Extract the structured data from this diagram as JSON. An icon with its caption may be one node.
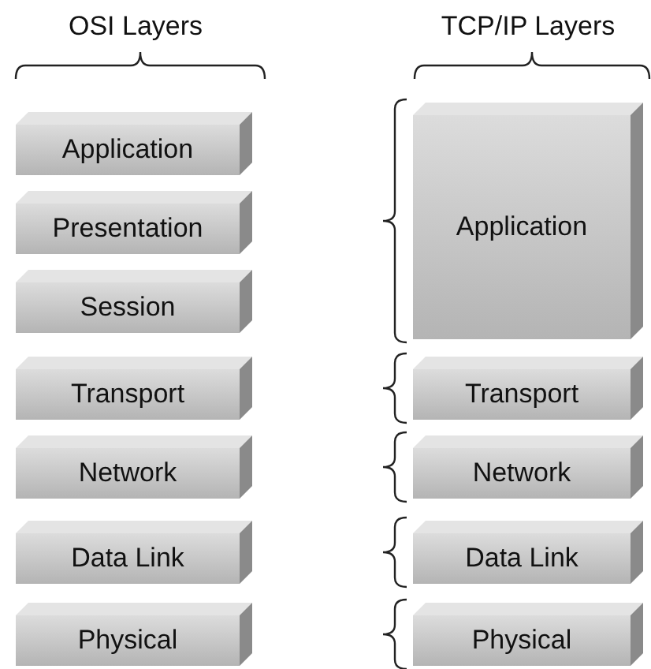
{
  "diagram": {
    "nodes": [
      {
        "text": [
          "Application"
        ]
      },
      {
        "text": [
          "Presentation"
        ]
      },
      {
        "text": [
          "Session"
        ]
      },
      {
        "text": [
          "Transport"
        ]
      },
      {
        "text": [
          "Network"
        ]
      },
      {
        "text": [
          "Data Link"
        ]
      },
      {
        "text": [
          "Physical"
        ]
      },
      {
        "text": [
          "Application"
        ]
      },
      {
        "text": [
          "Transport"
        ]
      },
      {
        "text": [
          "Network"
        ]
      },
      {
        "text": [
          "Data Link"
        ]
      },
      {
        "text": [
          "Physical"
        ]
      }
    ],
    "labels": [
      "OSI Layers",
      "TCP/IP Layers"
    ]
  }
}
